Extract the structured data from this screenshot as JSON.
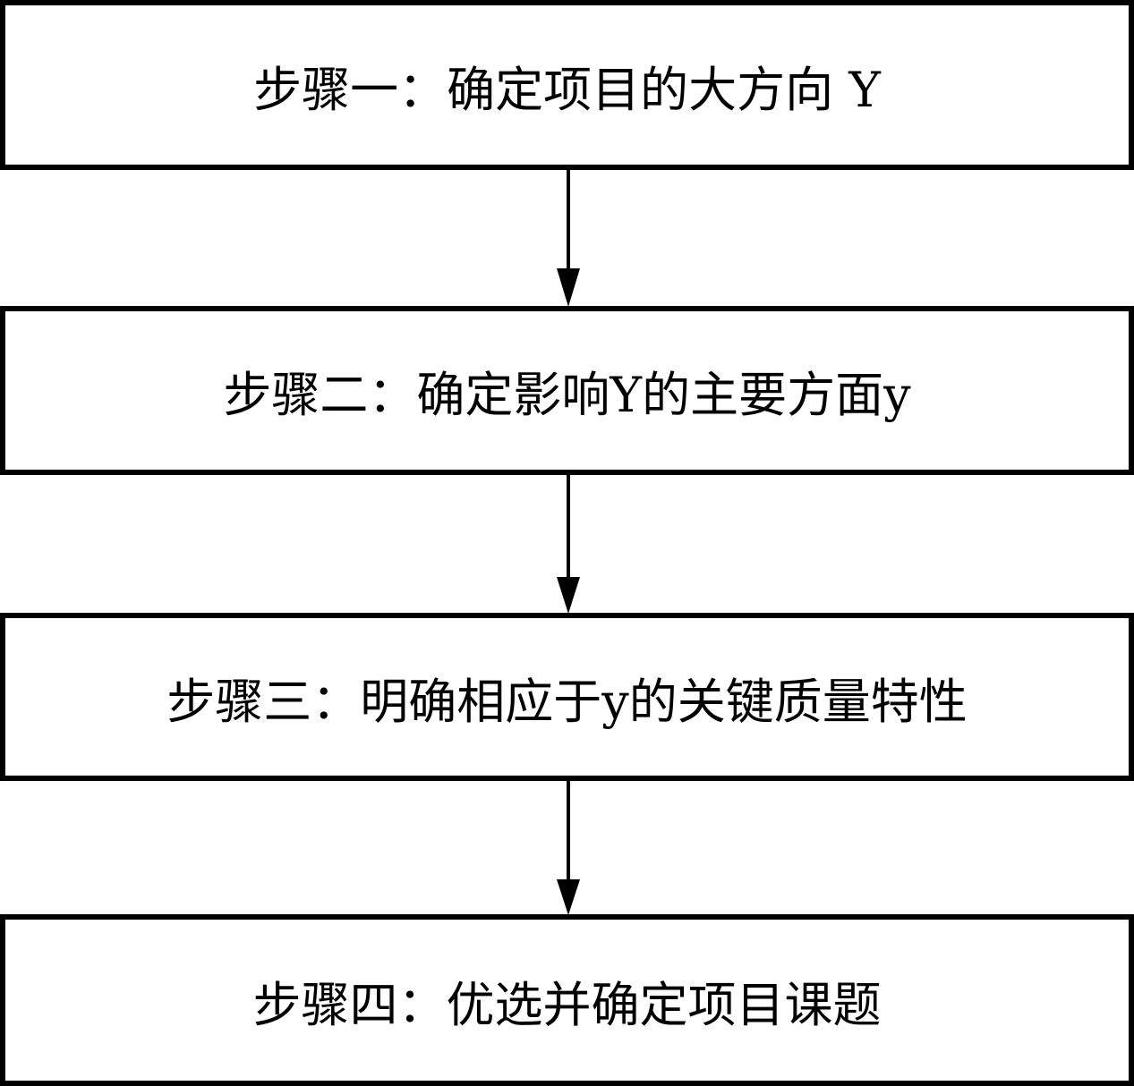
{
  "steps": [
    {
      "label": "步骤一：确定项目的大方向 Y"
    },
    {
      "label": "步骤二：确定影响Y的主要方面y"
    },
    {
      "label": "步骤三：明确相应于y的关键质量特性"
    },
    {
      "label": "步骤四：优选并确定项目课题"
    }
  ],
  "colors": {
    "stroke": "#000000",
    "background": "#ffffff"
  }
}
